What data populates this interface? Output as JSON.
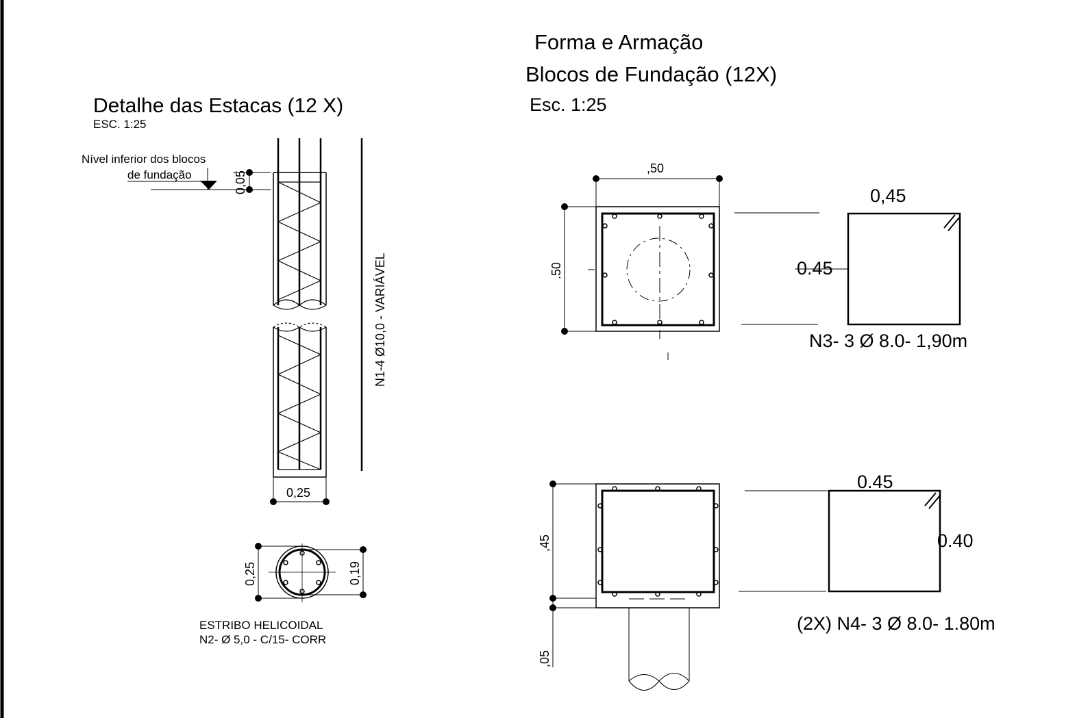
{
  "left_detail": {
    "title": "Detalhe das Estacas (12 X)",
    "scale": "ESC. 1:25",
    "level_note_line1": "Nível inferior dos blocos",
    "level_note_line2": "de fundação",
    "dim_top": "0,05",
    "dim_width": "0,25",
    "rebar_label": "N1-4 Ø10,0 - VARIÁVEL"
  },
  "section": {
    "dim_outer": "0,25",
    "dim_inner": "0,19",
    "label_line1": "ESTRIBO HELICOIDAL",
    "label_line2": "N2-  Ø 5,0 - C/15- CORR"
  },
  "right_detail": {
    "title_line1": "Forma e Armação",
    "title_line2": "Blocos de Fundação (12X)",
    "scale": "Esc. 1:25"
  },
  "block_top": {
    "dim_width": ",50",
    "dim_height": ".50",
    "bar_dim_top": "0,45",
    "bar_dim_side": "0.45",
    "bar_label": "N3- 3 Ø  8.0- 1,90m"
  },
  "block_bottom": {
    "dim_height": ",45",
    "dim_base": ",05",
    "bar_dim_top": "0.45",
    "bar_dim_side": "0.40",
    "bar_label": "(2X) N4- 3 Ø 8.0- 1.80m"
  }
}
